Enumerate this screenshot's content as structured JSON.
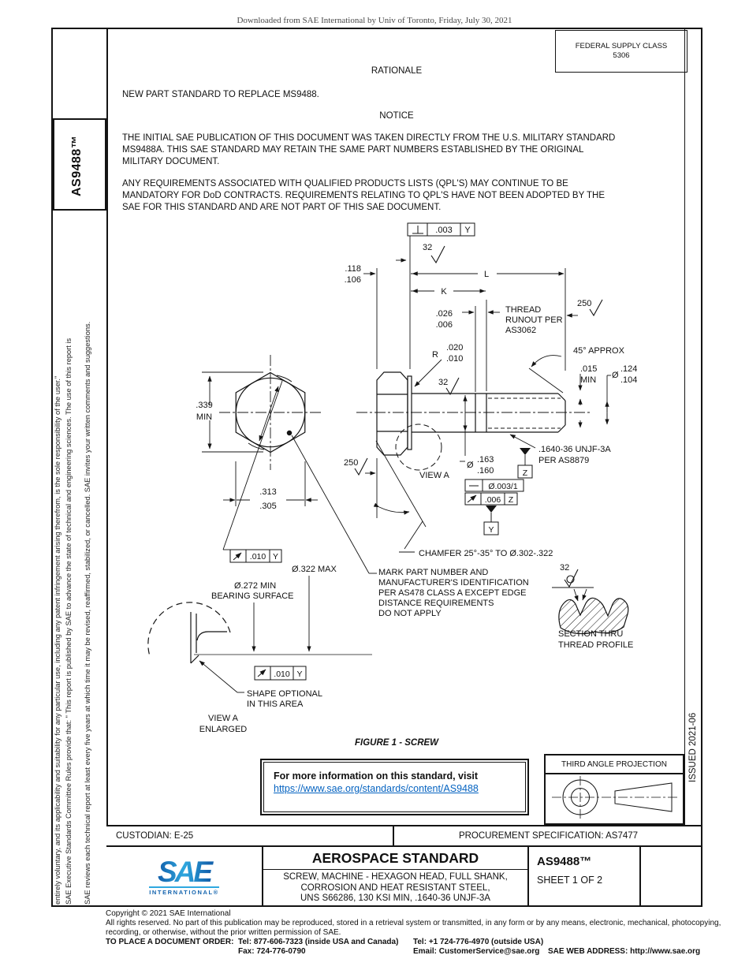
{
  "colors": {
    "ink": "#141414",
    "link": "#0563c1",
    "logo_blue_dark": "#1464ae",
    "logo_blue_light": "#2fa8df"
  },
  "header": {
    "download_notice": "Downloaded from SAE International by Univ of Toronto, Friday, July 30, 2021"
  },
  "fsc": {
    "label": "FEDERAL SUPPLY CLASS",
    "value": "5306"
  },
  "sidebar": {
    "doc_id": "AS9488™",
    "disclaimer_line1": "SAE Executive Standards Committee Rules provide that: \" This report is published by SAE to advance the state of technical and engineering sciences. The use of this report is",
    "disclaimer_line2": "entirely voluntary, and its applicability and suitability for any particular use, including any patent infringement arising therefrom, is the sole responsibility of the user.\"",
    "disclaimer_line3": "SAE reviews each technical report at least every five years at which time it may be revised, reaffirmed, stabilized, or cancelled. SAE invites your written comments and suggestions."
  },
  "issued": "ISSUED 2021-06",
  "rationale": {
    "heading": "RATIONALE",
    "body": "NEW PART STANDARD TO REPLACE MS9488."
  },
  "notice": {
    "heading": "NOTICE",
    "para1": [
      "THE INITIAL SAE PUBLICATION OF THIS DOCUMENT WAS TAKEN DIRECTLY FROM THE U.S. MILITARY STANDARD",
      "MS9488A. THIS SAE STANDARD MAY RETAIN THE SAME PART NUMBERS ESTABLISHED BY THE ORIGINAL",
      "MILITARY DOCUMENT."
    ],
    "para2": [
      "ANY REQUIREMENTS ASSOCIATED WITH QUALIFIED PRODUCTS LISTS (QPL'S) MAY CONTINUE TO BE",
      "MANDATORY FOR DoD CONTRACTS. REQUIREMENTS RELATING TO QPL'S HAVE NOT BEEN ADOPTED BY THE",
      "SAE FOR THIS STANDARD AND ARE NOT PART OF THIS SAE DOCUMENT."
    ]
  },
  "drawing": {
    "fcf_top": {
      "value": ".003",
      "datum": "Y"
    },
    "finish_fine": "32",
    "finish_coarse": "250",
    "head_height": [
      ".118",
      ".106"
    ],
    "length_label": "L",
    "grip_label": "K",
    "runout_dim": [
      ".026",
      ".006"
    ],
    "thread_runout_note": [
      "THREAD",
      "RUNOUT PER",
      "AS3062"
    ],
    "radius_label": "R",
    "radius_vals": [
      ".020",
      ".010"
    ],
    "angle_note": "45° APPROX",
    "point_len": [
      ".015",
      "MIN"
    ],
    "dia_sym": "Ø",
    "end_dia": [
      ".124",
      ".104"
    ],
    "hex_corner": [
      ".339",
      "MIN"
    ],
    "hex_flats": [
      ".313",
      ".305"
    ],
    "fcf_runout_head": ".010",
    "shank_dia": [
      ".163",
      ".160"
    ],
    "fcf_straightness": "Ø.003/1",
    "fcf_runout_thread": ".006",
    "datum_y": "Y",
    "datum_z": "Z",
    "thread_spec": [
      ".1640-36 UNJF-3A",
      "PER AS8879"
    ],
    "view_a": "VIEW A",
    "chamfer_note": "CHAMFER 25°-35° TO Ø.302-.322",
    "marking_note": [
      "MARK PART NUMBER AND",
      "MANUFACTURER'S IDENTIFICATION",
      "PER AS478 CLASS A EXCEPT EDGE",
      "DISTANCE REQUIREMENTS",
      "DO NOT APPLY"
    ],
    "section_note": [
      "SECTION THRU",
      "THREAD PROFILE"
    ],
    "bearing_max": "Ø.322 MAX",
    "bearing_min": "Ø.272 MIN",
    "bearing_label": "BEARING SURFACE",
    "shape_note": [
      "SHAPE OPTIONAL",
      "IN THIS AREA"
    ],
    "view_a_enlarged": [
      "VIEW A",
      "ENLARGED"
    ]
  },
  "figure_caption": "FIGURE 1 - SCREW",
  "info_box": {
    "text": "For more information on this standard, visit",
    "link": "https://www.sae.org/standards/content/AS9488"
  },
  "projection": {
    "label": "THIRD ANGLE PROJECTION"
  },
  "footer_bar": {
    "custodian": "CUSTODIAN: E-25",
    "procurement": "PROCUREMENT SPECIFICATION: AS7477"
  },
  "title_block": {
    "logo_sae": "SAE",
    "logo_sub": "INTERNATIONAL®",
    "title": "AEROSPACE STANDARD",
    "subtitle1": "SCREW, MACHINE - HEXAGON HEAD, FULL SHANK,",
    "subtitle2": "CORROSION AND HEAT RESISTANT STEEL,",
    "subtitle3": "UNS S66286, 130 KSI MIN, .1640-36 UNJF-3A",
    "doc_number": "AS9488™",
    "sheet": "SHEET 1 OF 2"
  },
  "legal": {
    "copyright": "Copyright © 2021 SAE International",
    "rights1": "All rights reserved. No part of this publication may be reproduced, stored in a retrieval system or transmitted, in any form or by any means, electronic, mechanical, photocopying,",
    "rights2": "recording, or otherwise, without the prior written permission of SAE.",
    "order_label": "TO PLACE A DOCUMENT ORDER:",
    "tel1": "Tel: 877-606-7323 (inside USA and Canada)",
    "tel2": "Tel: +1 724-776-4970 (outside USA)",
    "fax": "Fax: 724-776-0790",
    "email": "Email: CustomerService@sae.org",
    "web": "SAE WEB ADDRESS: http://www.sae.org"
  }
}
